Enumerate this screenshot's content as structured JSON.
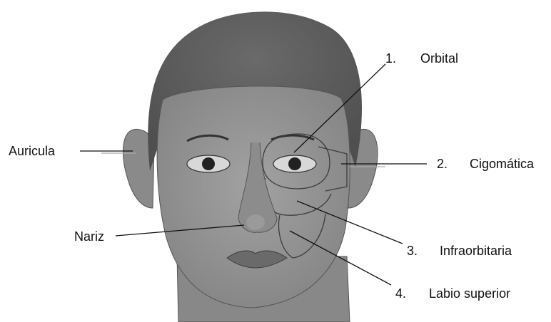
{
  "labels": {
    "auricula": "Auricula",
    "nariz": "Nariz",
    "orbital_num": "1.",
    "orbital": "Orbital",
    "cigomatica_num": "2.",
    "cigomatica": "Cigomática",
    "infraorbitaria_num": "3.",
    "infraorbitaria": "Infraorbitaria",
    "labio_num": "4.",
    "labio": "Labio superior"
  },
  "colors": {
    "hair": "#5e5e5e",
    "skin": "#8f8f8f",
    "skin_light": "#a3a3a3",
    "region_fill": "#9d9d9d",
    "line": "#111111"
  }
}
